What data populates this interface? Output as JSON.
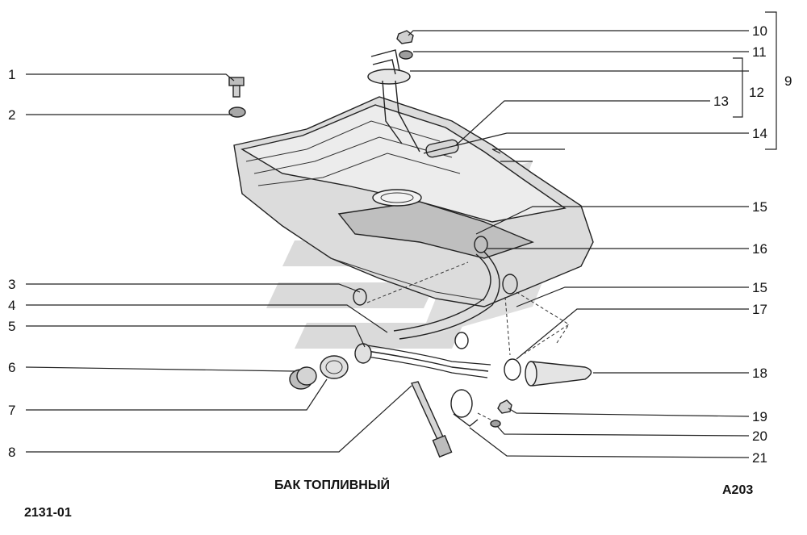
{
  "title": "БАК ТОПЛИВНЫЙ",
  "code_left": "2131-01",
  "code_right": "A203",
  "callouts_left": [
    {
      "label": "1"
    },
    {
      "label": "2"
    },
    {
      "label": "3"
    },
    {
      "label": "4"
    },
    {
      "label": "5"
    },
    {
      "label": "6"
    },
    {
      "label": "7"
    },
    {
      "label": "8"
    }
  ],
  "callouts_right": [
    {
      "label": "10"
    },
    {
      "label": "11"
    },
    {
      "label": "13"
    },
    {
      "label": "14"
    },
    {
      "label": "15"
    },
    {
      "label": "16"
    },
    {
      "label": "15"
    },
    {
      "label": "17"
    },
    {
      "label": "18"
    },
    {
      "label": "19"
    },
    {
      "label": "20"
    },
    {
      "label": "21"
    }
  ],
  "group_labels": {
    "g12": "12",
    "g9": "9"
  },
  "colors": {
    "line": "#222222",
    "part_fill": "#d4d4d4",
    "part_dark": "#9a9a9a",
    "watermark": "#c9c9c9"
  }
}
